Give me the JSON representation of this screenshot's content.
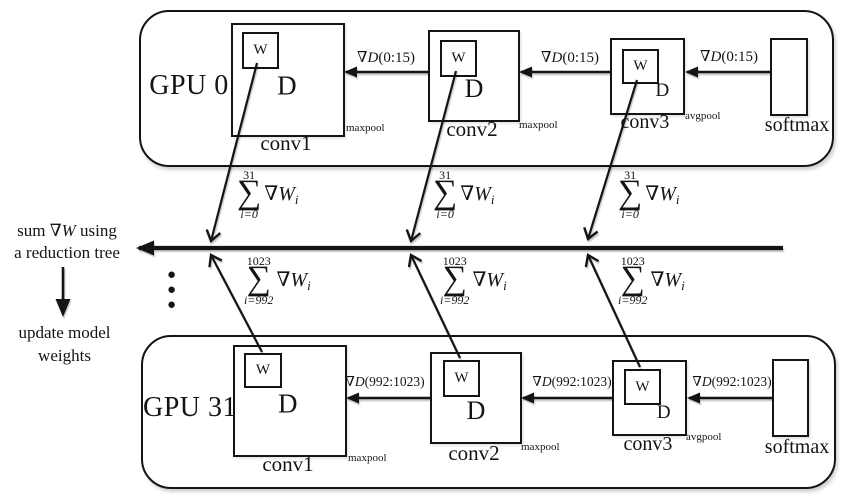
{
  "colors": {
    "ink": "#141414",
    "background": "#ffffff"
  },
  "left_panel": {
    "line1_pre": "sum ",
    "nabla": "∇",
    "w_var": "W",
    "line1_post": " using",
    "line2": "a reduction tree",
    "update_line1": "update model",
    "update_line2": "weights",
    "ellipsis_dot": "●"
  },
  "sums": {
    "top": {
      "upper": "31",
      "sigma": "∑",
      "lower": "i=0",
      "nabla": "∇",
      "var": "W",
      "sub": "i"
    },
    "bottom": {
      "upper": "1023",
      "sigma": "∑",
      "lower": "i=992",
      "nabla": "∇",
      "var": "W",
      "sub": "i"
    }
  },
  "gpu0": {
    "name": "GPU 0",
    "grad": {
      "nabla": "∇",
      "var": "D",
      "range": "(0:15)"
    },
    "layers": {
      "conv1": {
        "label": "conv1",
        "w": "W",
        "d": "D",
        "pool": "maxpool"
      },
      "conv2": {
        "label": "conv2",
        "w": "W",
        "d": "D",
        "pool": "maxpool"
      },
      "conv3": {
        "label": "conv3",
        "w": "W",
        "d": "D",
        "pool": "avgpool"
      },
      "softmax": {
        "label": "softmax"
      }
    }
  },
  "gpu31": {
    "name": "GPU 31",
    "grad": {
      "nabla": "∇",
      "var": "D",
      "range": "(992:1023)"
    },
    "layers": {
      "conv1": {
        "label": "conv1",
        "w": "W",
        "d": "D",
        "pool": "maxpool"
      },
      "conv2": {
        "label": "conv2",
        "w": "W",
        "d": "D",
        "pool": "maxpool"
      },
      "conv3": {
        "label": "conv3",
        "w": "W",
        "d": "D",
        "pool": "avgpool"
      },
      "softmax": {
        "label": "softmax"
      }
    }
  }
}
